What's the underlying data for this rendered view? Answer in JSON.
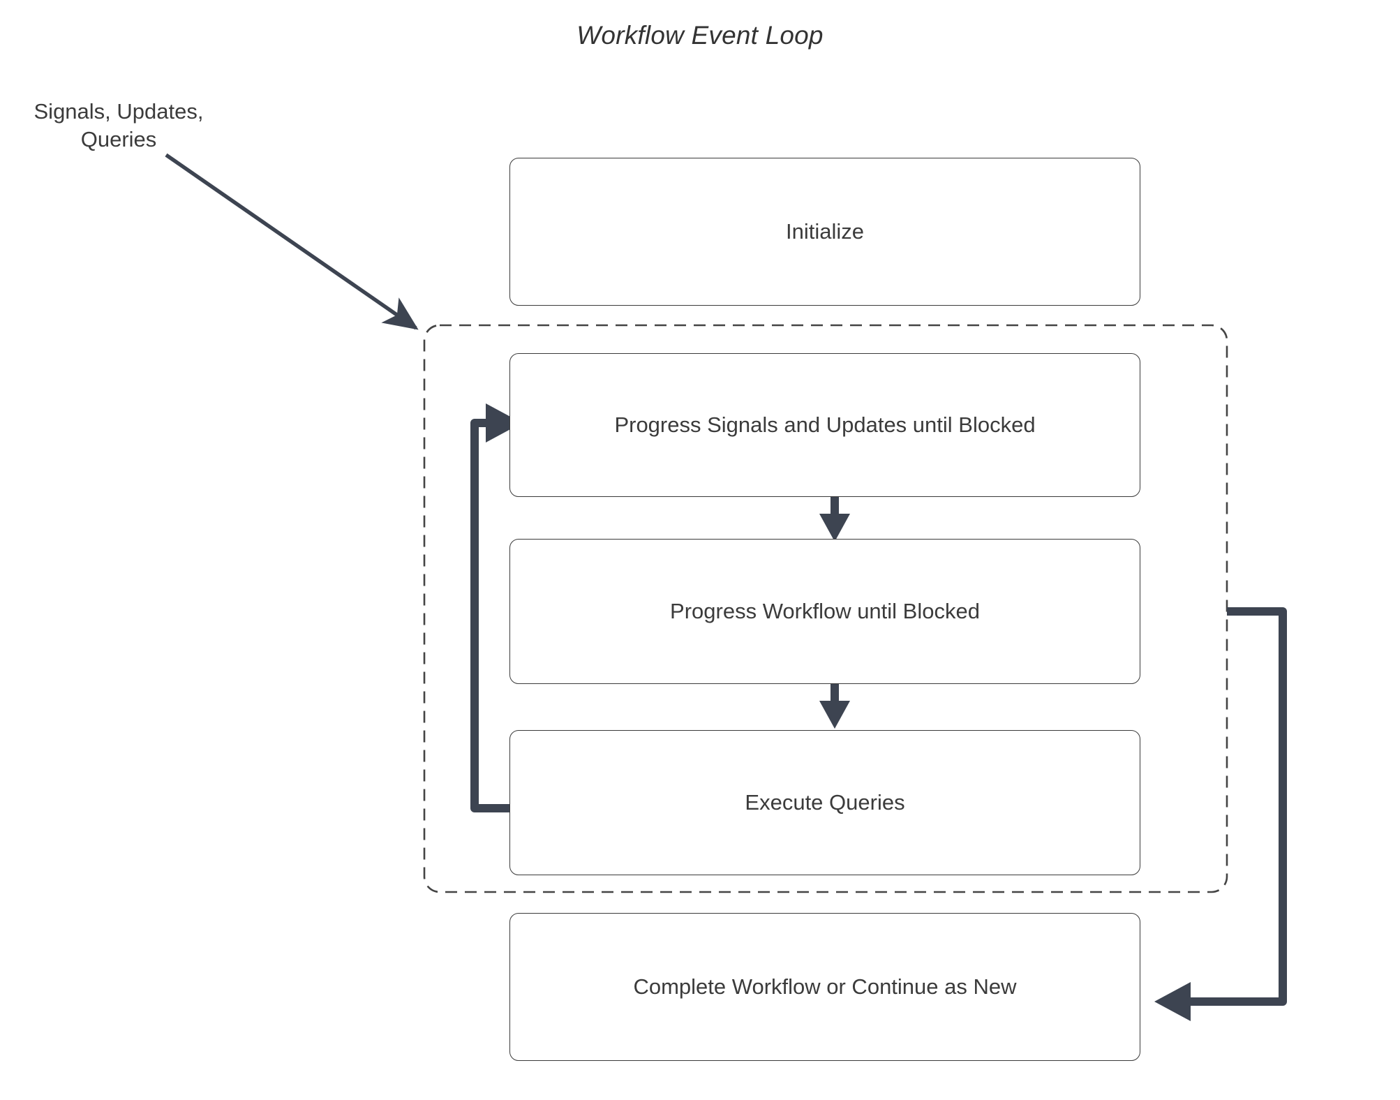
{
  "diagram": {
    "title": "Workflow Event Loop",
    "type": "flowchart",
    "external_label": {
      "line1": "Signals, Updates,",
      "line2": "Queries"
    },
    "colors": {
      "background": "#ffffff",
      "node_border": "#3a3a3a",
      "node_fill": "#ffffff",
      "text": "#3b3b3b",
      "connector": "#3d4451",
      "dashed_border": "#444444"
    },
    "nodes": [
      {
        "id": "initialize",
        "label": "Initialize"
      },
      {
        "id": "progress-signals",
        "label": "Progress Signals and Updates until Blocked"
      },
      {
        "id": "progress-workflow",
        "label": "Progress Workflow until Blocked"
      },
      {
        "id": "execute-queries",
        "label": "Execute Queries"
      },
      {
        "id": "complete",
        "label": "Complete Workflow or Continue as New"
      }
    ],
    "loop_group": {
      "label": "",
      "style": "dashed",
      "members": [
        "progress-signals",
        "progress-workflow",
        "execute-queries"
      ]
    },
    "edges": [
      {
        "from": "external-input",
        "to": "loop-group",
        "label": "",
        "style": "thin-arrow"
      },
      {
        "from": "progress-signals",
        "to": "progress-workflow",
        "label": "",
        "style": "thick-arrow-down"
      },
      {
        "from": "progress-workflow",
        "to": "execute-queries",
        "label": "",
        "style": "thick-arrow-down"
      },
      {
        "from": "execute-queries",
        "to": "progress-signals",
        "label": "",
        "style": "thick-loop-back-left"
      },
      {
        "from": "loop-group",
        "to": "complete",
        "label": "",
        "style": "thick-loop-right-down"
      }
    ]
  }
}
